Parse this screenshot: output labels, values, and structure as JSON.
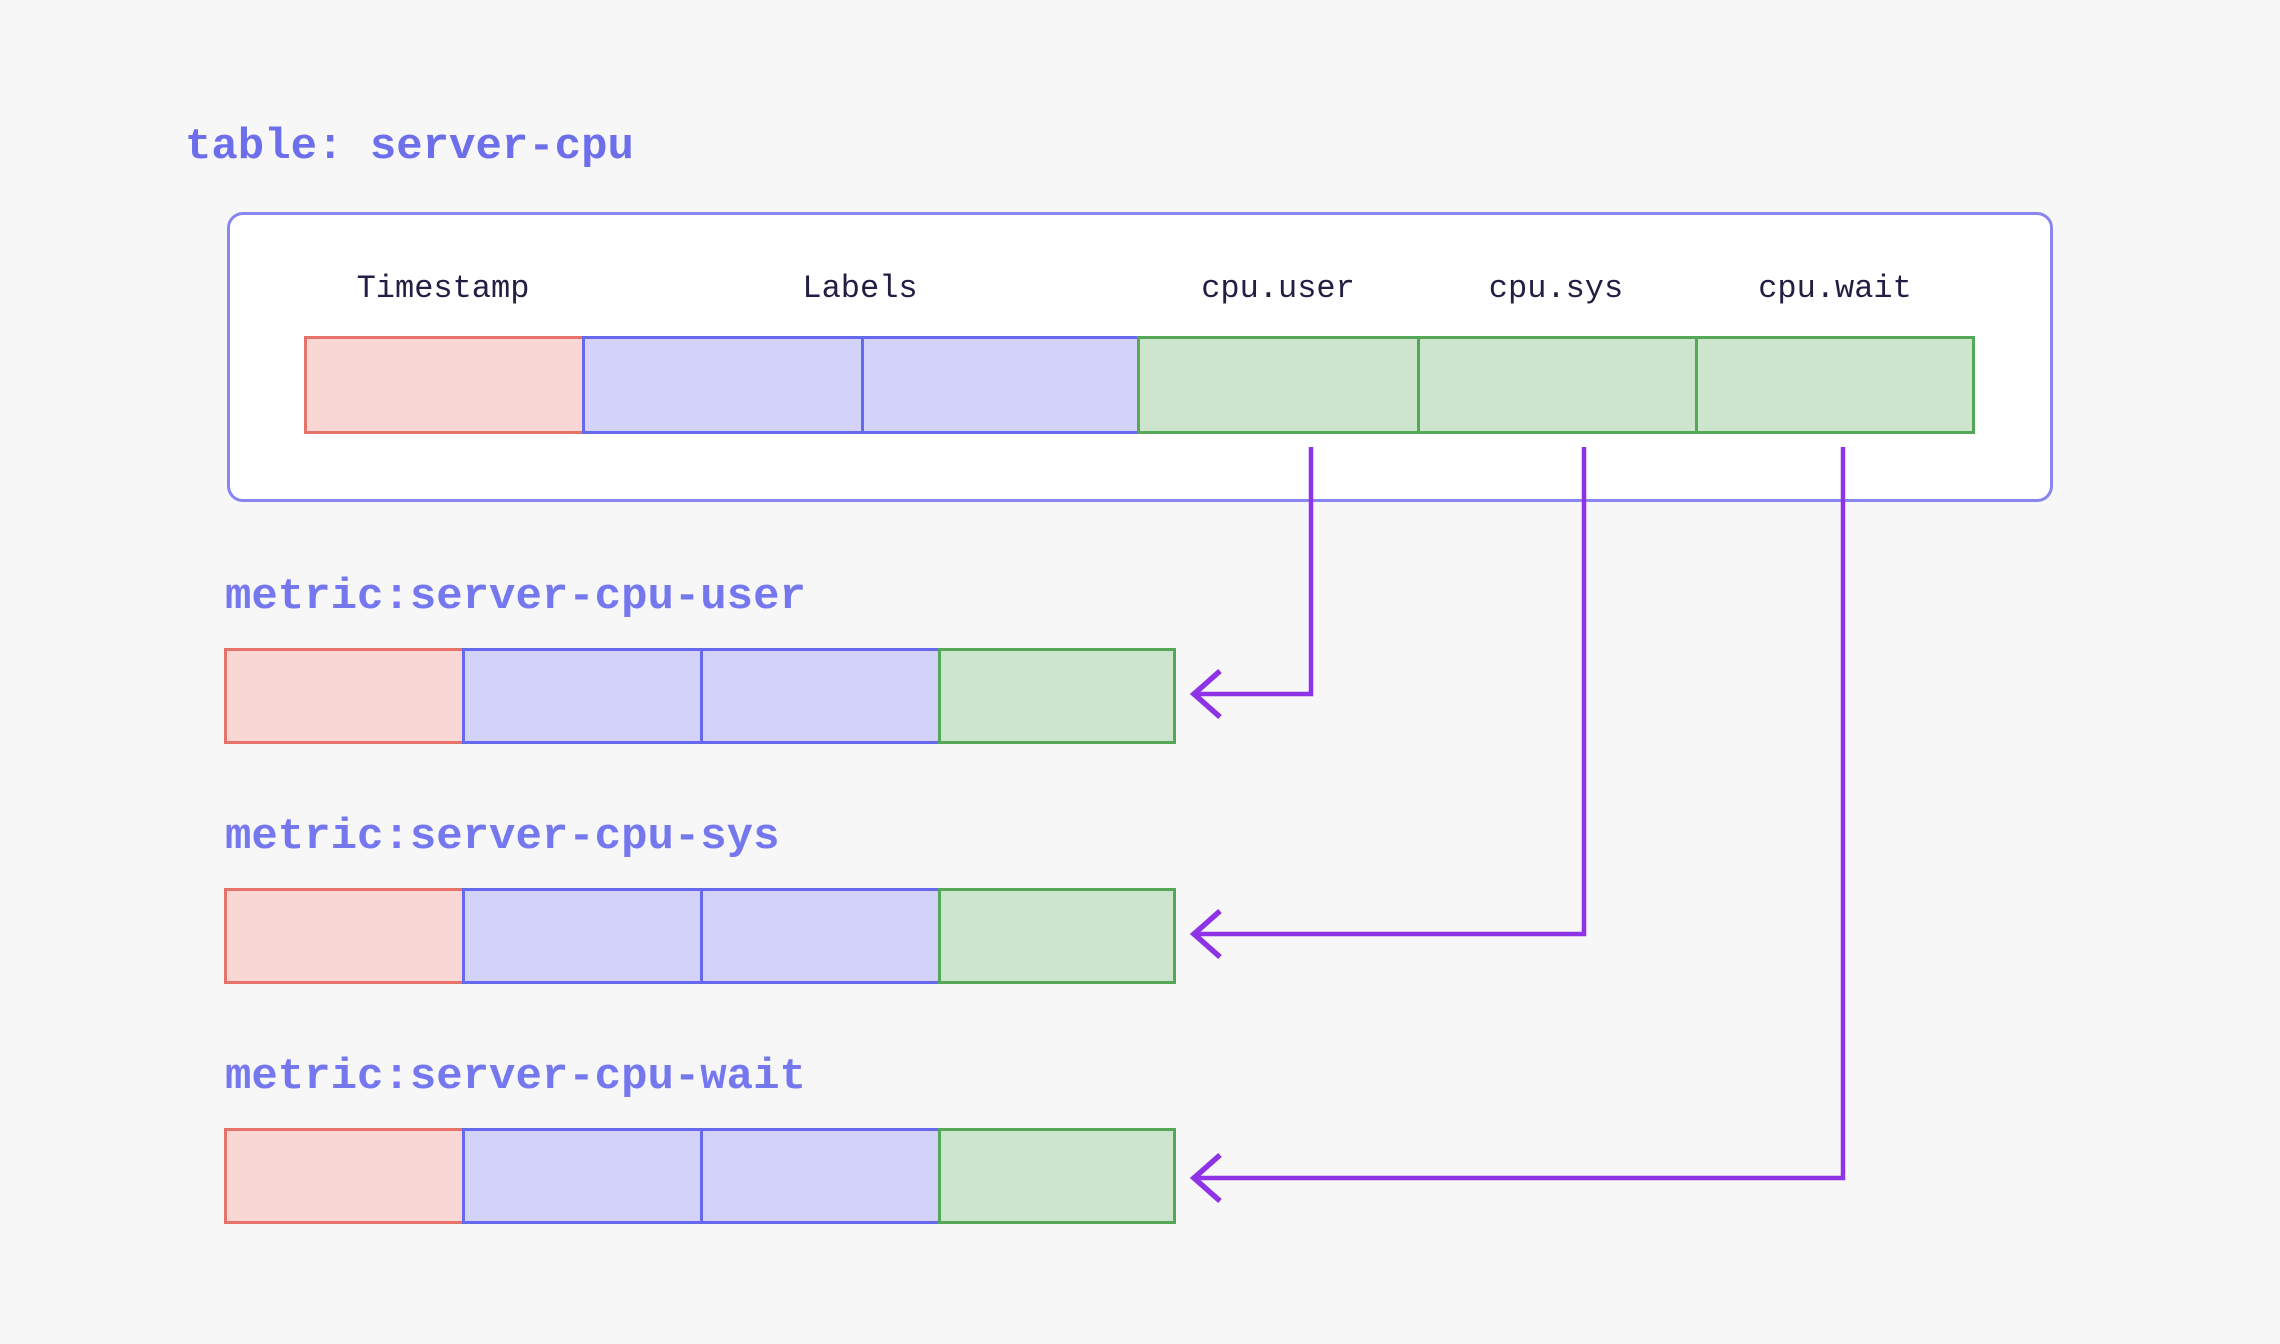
{
  "table": {
    "title": "table: server-cpu",
    "columns": [
      {
        "label": "Timestamp",
        "role": "timestamp"
      },
      {
        "label": "Labels",
        "role": "labels"
      },
      {
        "label": "cpu.user",
        "role": "value-field"
      },
      {
        "label": "cpu.sys",
        "role": "value-field"
      },
      {
        "label": "cpu.wait",
        "role": "value-field"
      }
    ]
  },
  "metrics": [
    {
      "label": "metric:server-cpu-user",
      "source_column": "cpu.user"
    },
    {
      "label": "metric:server-cpu-sys",
      "source_column": "cpu.sys"
    },
    {
      "label": "metric:server-cpu-wait",
      "source_column": "cpu.wait"
    }
  ],
  "colors": {
    "background": "#f7f7f8",
    "box_border": "#8886f0",
    "box_fill": "#ffffff",
    "title_text": "#6d6eea",
    "metric_label_text": "#7577ee",
    "header_text": "#251e44",
    "timestamp_cell_fill": "#f8d7d4",
    "timestamp_cell_border": "#e5736a",
    "labels_cell_fill": "#d3d3fa",
    "labels_cell_border": "#6668ee",
    "value_cell_fill": "#cde5cc",
    "value_cell_border": "#55a857",
    "connector_arrow": "#8e34e6"
  }
}
